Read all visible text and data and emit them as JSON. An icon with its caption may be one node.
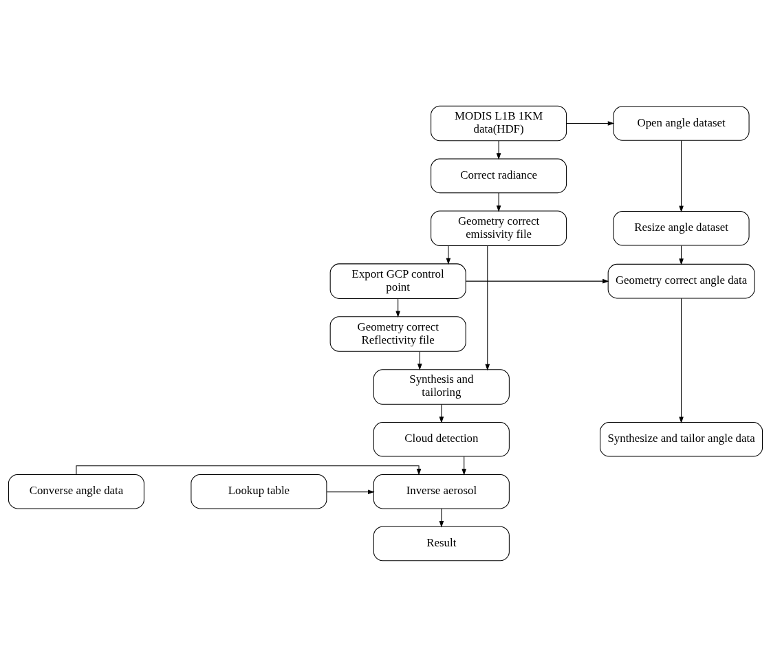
{
  "diagram": {
    "nodes": [
      {
        "text": [
          "MODIS L1B 1KM data(HDF)"
        ]
      },
      {
        "text": [
          "Open angle dataset"
        ]
      },
      {
        "text": [
          "Correct radiance"
        ]
      },
      {
        "text": [
          "Resize angle dataset"
        ]
      },
      {
        "text": [
          "Geometry correct emissivity file"
        ]
      },
      {
        "text": [
          "Geometry correct angle data"
        ]
      },
      {
        "text": [
          "Export GCP control point"
        ]
      },
      {
        "text": [
          "Geometry correct Reflectivity file"
        ]
      },
      {
        "text": [
          "Synthesis and tailoring"
        ]
      },
      {
        "text": [
          "Synthesize and tailor angle data"
        ]
      },
      {
        "text": [
          "Cloud detection"
        ]
      },
      {
        "text": [
          "Converse angle data"
        ]
      },
      {
        "text": [
          "Inverse aerosol"
        ]
      },
      {
        "text": [
          "Lookup table"
        ]
      },
      {
        "text": [
          "Result"
        ]
      }
    ],
    "edges": [
      {
        "from": 0,
        "to": 1,
        "arrow": "to"
      },
      {
        "from": 0,
        "to": 2,
        "arrow": "to"
      },
      {
        "from": 1,
        "to": 3,
        "arrow": "to"
      },
      {
        "from": 2,
        "to": 4,
        "arrow": "to"
      },
      {
        "from": 3,
        "to": 5,
        "arrow": "to"
      },
      {
        "from": 4,
        "to": 6,
        "arrow": "to"
      },
      {
        "from": 4,
        "to": 8,
        "arrow": "to"
      },
      {
        "from": 6,
        "to": 5,
        "arrow": "to"
      },
      {
        "from": 6,
        "to": 7,
        "arrow": "to"
      },
      {
        "from": 7,
        "to": 8,
        "arrow": "to"
      },
      {
        "from": 5,
        "to": 9,
        "arrow": "to"
      },
      {
        "from": 8,
        "to": 10,
        "arrow": "to"
      },
      {
        "from": 10,
        "to": 12,
        "arrow": "to"
      },
      {
        "from": 11,
        "to": 12,
        "arrow": "to"
      },
      {
        "from": 13,
        "to": 12,
        "arrow": "to"
      },
      {
        "from": 12,
        "to": 14,
        "arrow": "to"
      }
    ]
  }
}
